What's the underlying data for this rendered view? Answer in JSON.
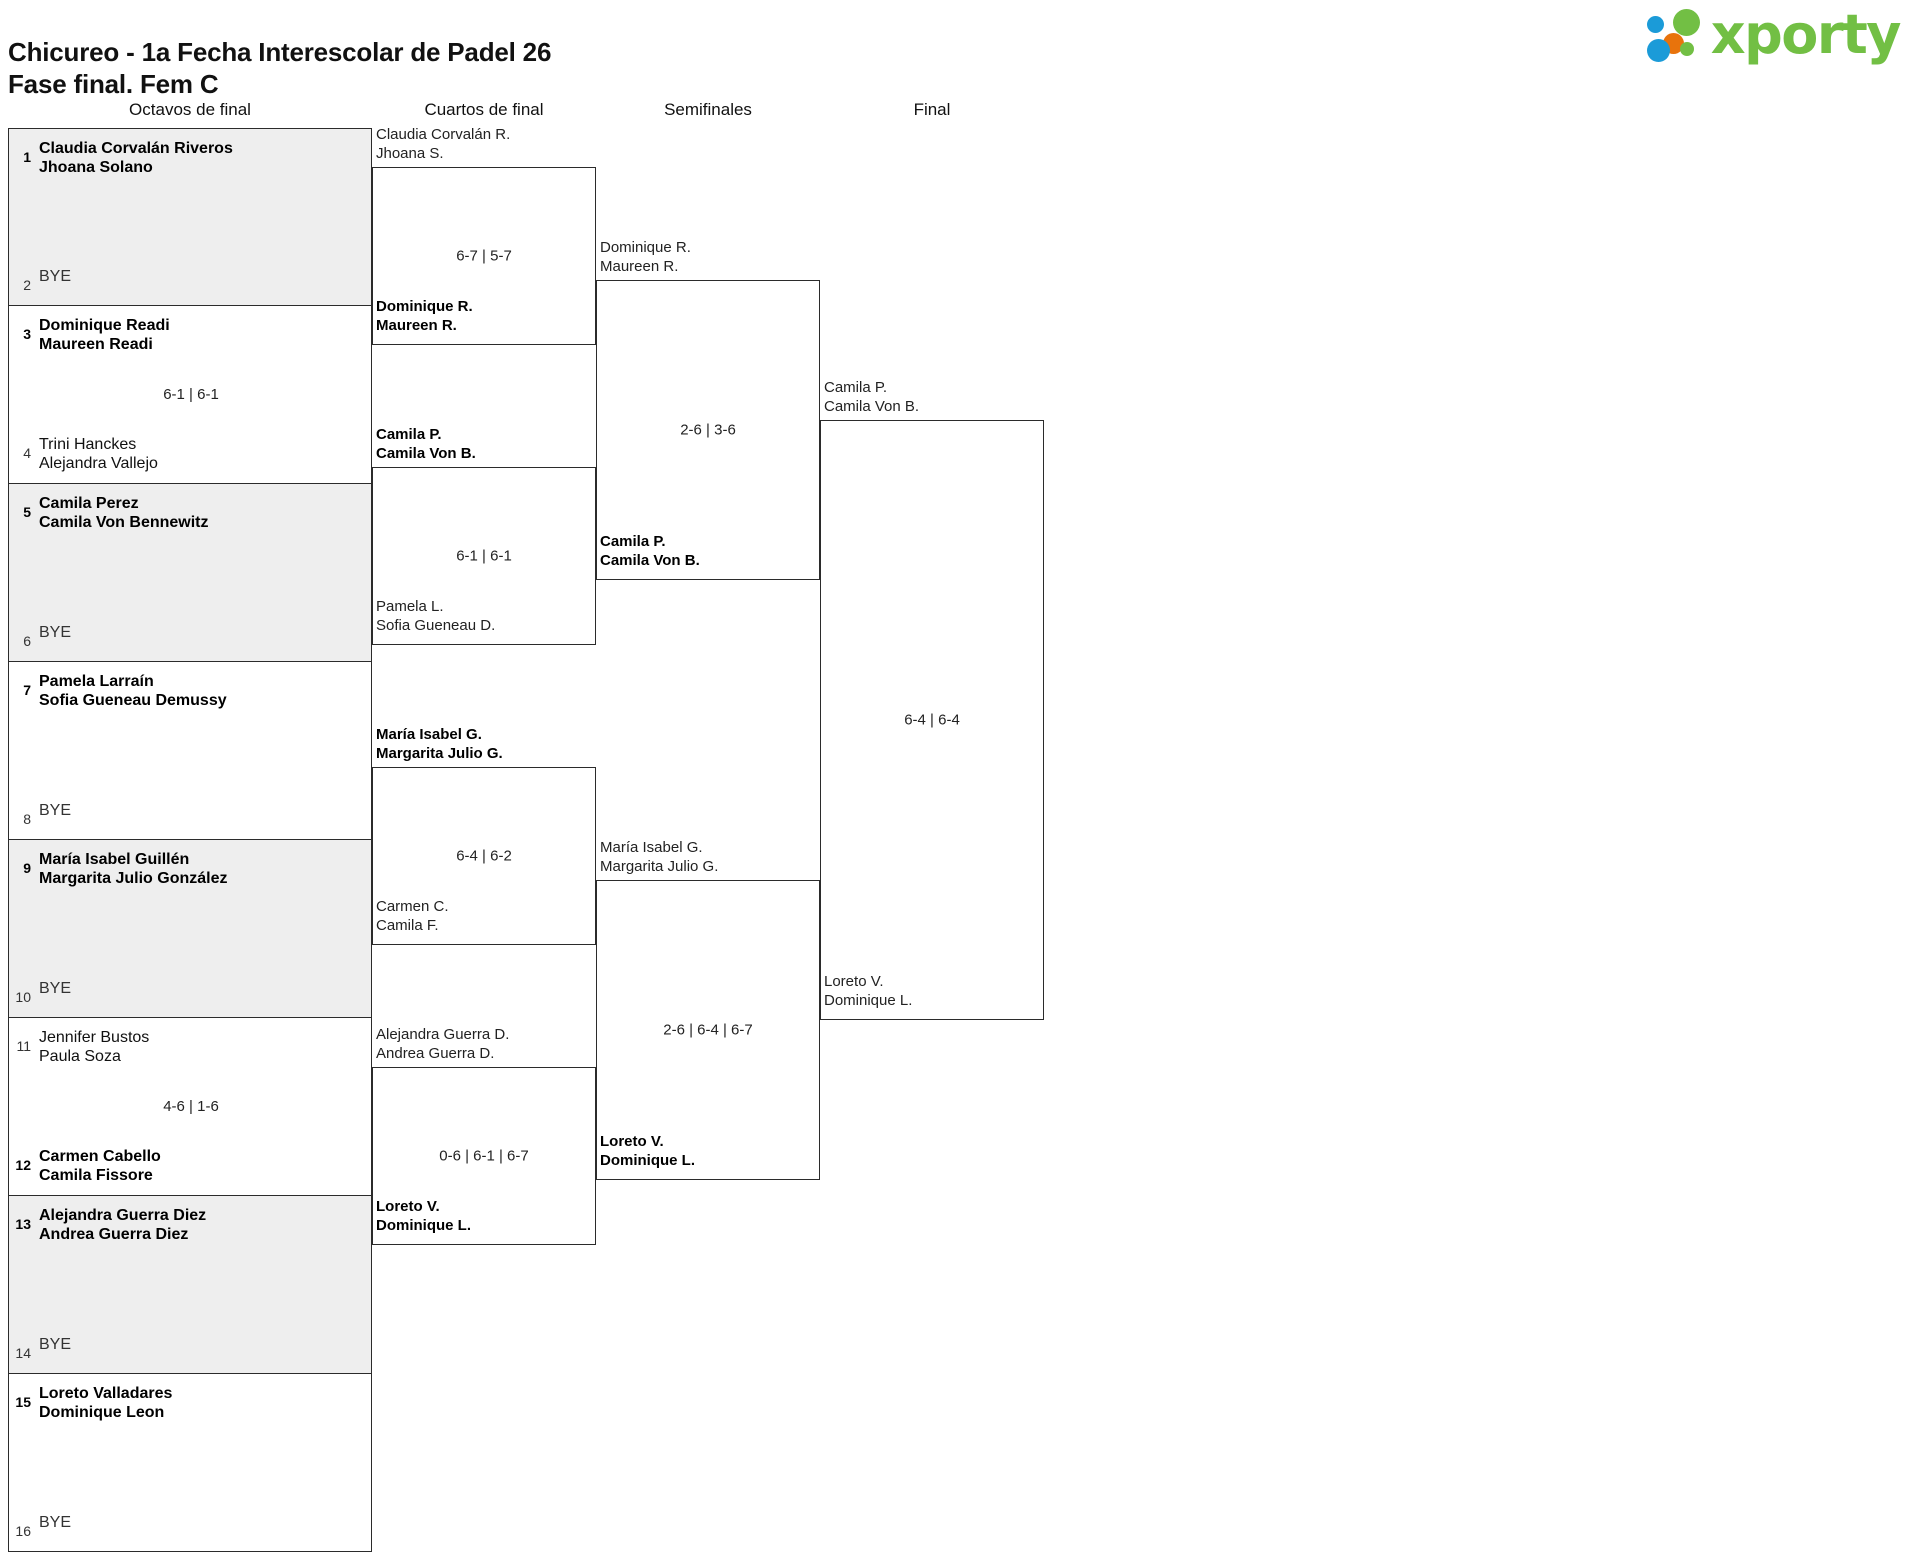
{
  "header": {
    "title_line1": "Chicureo - 1a Fecha Interescolar de Padel 26",
    "title_line2": "Fase final. Fem C",
    "logo_text": "xporty",
    "logo_colors": {
      "blue": "#1b9bd8",
      "orange": "#e8730c",
      "green": "#72bf44"
    }
  },
  "rounds": [
    {
      "label": "Octavos de final"
    },
    {
      "label": "Cuartos de final"
    },
    {
      "label": "Semifinales"
    },
    {
      "label": "Final"
    }
  ],
  "bracket": {
    "round_of_16": [
      {
        "score": "",
        "top": {
          "seed": "1",
          "line1": "Claudia Corvalán Riveros",
          "line2": "Jhoana Solano",
          "winner": true
        },
        "bottom": {
          "seed": "2",
          "line1": "BYE",
          "line2": "",
          "winner": false
        }
      },
      {
        "score": "6-1 | 6-1",
        "top": {
          "seed": "3",
          "line1": "Dominique Readi",
          "line2": "Maureen Readi",
          "winner": true
        },
        "bottom": {
          "seed": "4",
          "line1": "Trini Hanckes",
          "line2": "Alejandra Vallejo",
          "winner": false
        }
      },
      {
        "score": "",
        "top": {
          "seed": "5",
          "line1": "Camila Perez",
          "line2": "Camila Von Bennewitz",
          "winner": true
        },
        "bottom": {
          "seed": "6",
          "line1": "BYE",
          "line2": "",
          "winner": false
        }
      },
      {
        "score": "",
        "top": {
          "seed": "7",
          "line1": "Pamela Larraín",
          "line2": "Sofia Gueneau Demussy",
          "winner": true
        },
        "bottom": {
          "seed": "8",
          "line1": "BYE",
          "line2": "",
          "winner": false
        }
      },
      {
        "score": "",
        "top": {
          "seed": "9",
          "line1": "María Isabel Guillén",
          "line2": "Margarita Julio González",
          "winner": true
        },
        "bottom": {
          "seed": "10",
          "line1": "BYE",
          "line2": "",
          "winner": false
        }
      },
      {
        "score": "4-6 | 1-6",
        "top": {
          "seed": "11",
          "line1": "Jennifer Bustos",
          "line2": "Paula Soza",
          "winner": false
        },
        "bottom": {
          "seed": "12",
          "line1": "Carmen Cabello",
          "line2": "Camila Fissore",
          "winner": true
        }
      },
      {
        "score": "",
        "top": {
          "seed": "13",
          "line1": "Alejandra Guerra Diez",
          "line2": "Andrea Guerra Diez",
          "winner": true
        },
        "bottom": {
          "seed": "14",
          "line1": "BYE",
          "line2": "",
          "winner": false
        }
      },
      {
        "score": "",
        "top": {
          "seed": "15",
          "line1": "Loreto Valladares",
          "line2": "Dominique Leon",
          "winner": true
        },
        "bottom": {
          "seed": "16",
          "line1": "BYE",
          "line2": "",
          "winner": false
        }
      }
    ],
    "quarterfinals": [
      {
        "score": "6-7 | 5-7",
        "top": {
          "line1": "Claudia Corvalán R.",
          "line2": "Jhoana S.",
          "winner": false
        },
        "bottom": {
          "line1": "Dominique R.",
          "line2": "Maureen R.",
          "winner": true
        }
      },
      {
        "score": "6-1 | 6-1",
        "top": {
          "line1": "Camila P.",
          "line2": "Camila Von B.",
          "winner": true
        },
        "bottom": {
          "line1": "Pamela L.",
          "line2": "Sofia Gueneau D.",
          "winner": false
        }
      },
      {
        "score": "6-4 | 6-2",
        "top": {
          "line1": "María Isabel G.",
          "line2": "Margarita Julio G.",
          "winner": true
        },
        "bottom": {
          "line1": "Carmen C.",
          "line2": "Camila F.",
          "winner": false
        }
      },
      {
        "score": "0-6 | 6-1 | 6-7",
        "top": {
          "line1": "Alejandra Guerra D.",
          "line2": "Andrea Guerra D.",
          "winner": false
        },
        "bottom": {
          "line1": "Loreto V.",
          "line2": "Dominique L.",
          "winner": true
        }
      }
    ],
    "semifinals": [
      {
        "score": "2-6 | 3-6",
        "top": {
          "line1": "Dominique R.",
          "line2": "Maureen R.",
          "winner": false
        },
        "bottom": {
          "line1": "Camila P.",
          "line2": "Camila Von B.",
          "winner": true
        }
      },
      {
        "score": "2-6 | 6-4 | 6-7",
        "top": {
          "line1": "María Isabel G.",
          "line2": "Margarita Julio G.",
          "winner": false
        },
        "bottom": {
          "line1": "Loreto V.",
          "line2": "Dominique L.",
          "winner": true
        }
      }
    ],
    "final": [
      {
        "score": "6-4 | 6-4",
        "top": {
          "line1": "Camila P.",
          "line2": "Camila Von B.",
          "winner": false
        },
        "bottom": {
          "line1": "Loreto V.",
          "line2": "Dominique L.",
          "winner": false
        }
      }
    ]
  }
}
